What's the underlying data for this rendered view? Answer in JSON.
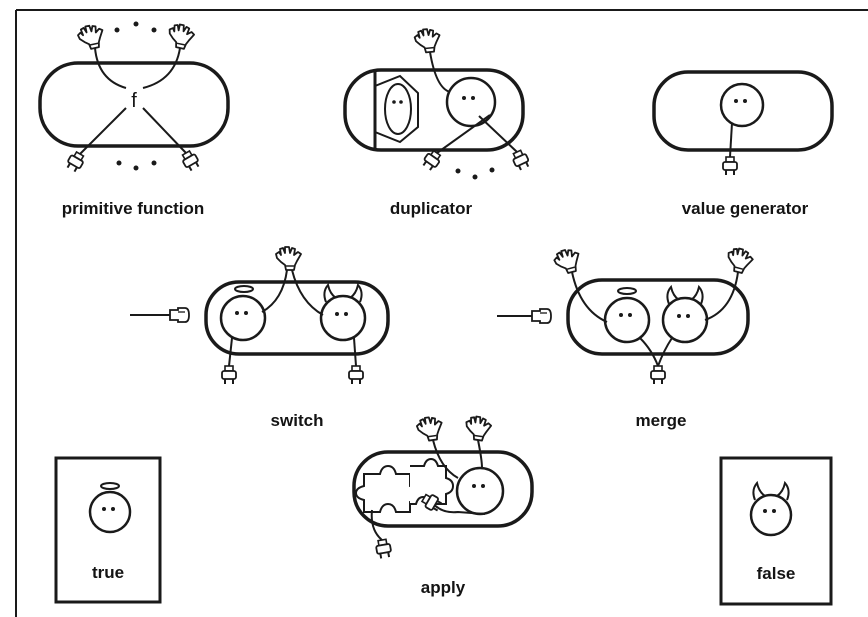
{
  "labels": {
    "primitive": "primitive function",
    "duplicator": "duplicator",
    "value_generator": "value generator",
    "switch": "switch",
    "merge": "merge",
    "apply": "apply",
    "true": "true",
    "false": "false",
    "function_symbol": "f"
  },
  "colors": {
    "ink": "#1a1a1a",
    "paper": "#ffffff"
  },
  "icons": [
    "hand-glove-icon",
    "plug-connector-icon",
    "angel-face-icon",
    "devil-face-icon",
    "jigsaw-puzzle-icon",
    "speaker-icon"
  ]
}
